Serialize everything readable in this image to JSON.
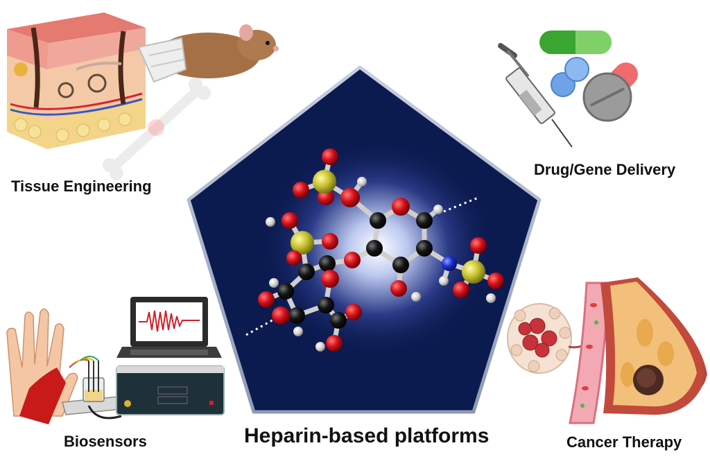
{
  "labels": {
    "tissue_engineering": "Tissue Engineering",
    "drug_gene_delivery": "Drug/Gene Delivery",
    "biosensors": "Biosensors",
    "cancer_therapy": "Cancer Therapy",
    "center_title": "Heparin-based platforms"
  },
  "colors": {
    "pentagon_fill": "#0b1a4f",
    "pentagon_border": "#b8c4d6",
    "oxygen": "#d4111b",
    "carbon": "#111111",
    "sulfur": "#c8c232",
    "nitrogen": "#1b2fd0",
    "hydrogen": "#dcdcdc",
    "skin": "#e8a48a",
    "pill_green": "#3aa531",
    "pill_red": "#d21f2a",
    "pill_blue": "#6fa3e8"
  },
  "icons": [
    "skin-tissue-icon",
    "mouse-icon",
    "bone-icon",
    "syringe-icon",
    "capsule-icon",
    "tablet-icon",
    "hand-icon",
    "electrode-cell-icon",
    "laptop-icon",
    "potentiostat-icon",
    "tumor-icon",
    "blood-vessel-icon",
    "breast-icon",
    "heparin-molecule-icon"
  ]
}
